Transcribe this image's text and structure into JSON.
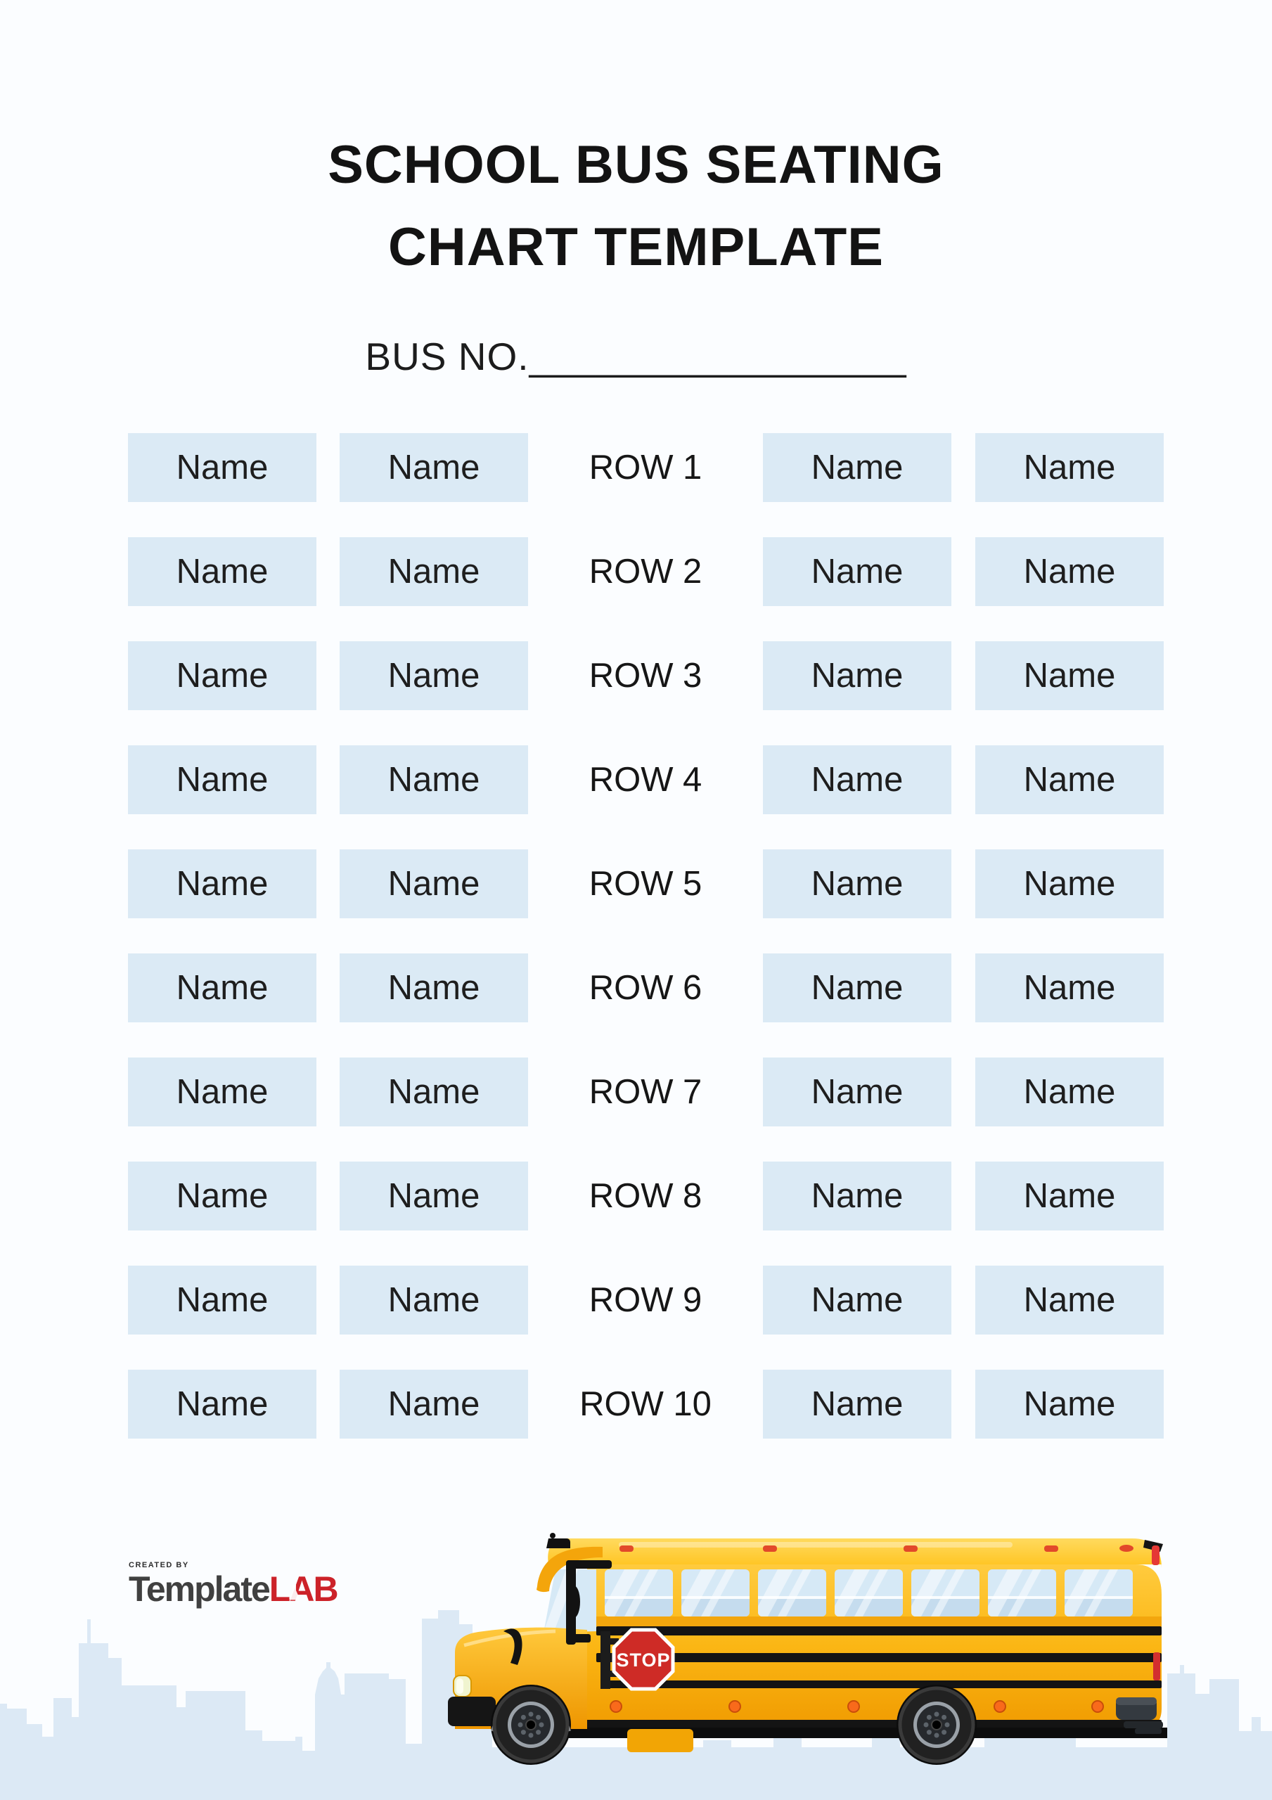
{
  "title": {
    "line1": "SCHOOL BUS SEATING",
    "line2": "CHART TEMPLATE"
  },
  "bus_no": {
    "label": "BUS NO.",
    "blank": "_________________"
  },
  "seating": {
    "rows": [
      {
        "label": "ROW 1",
        "seats": [
          "Name",
          "Name",
          "Name",
          "Name"
        ]
      },
      {
        "label": "ROW 2",
        "seats": [
          "Name",
          "Name",
          "Name",
          "Name"
        ]
      },
      {
        "label": "ROW 3",
        "seats": [
          "Name",
          "Name",
          "Name",
          "Name"
        ]
      },
      {
        "label": "ROW 4",
        "seats": [
          "Name",
          "Name",
          "Name",
          "Name"
        ]
      },
      {
        "label": "ROW 5",
        "seats": [
          "Name",
          "Name",
          "Name",
          "Name"
        ]
      },
      {
        "label": "ROW 6",
        "seats": [
          "Name",
          "Name",
          "Name",
          "Name"
        ]
      },
      {
        "label": "ROW 7",
        "seats": [
          "Name",
          "Name",
          "Name",
          "Name"
        ]
      },
      {
        "label": "ROW 8",
        "seats": [
          "Name",
          "Name",
          "Name",
          "Name"
        ]
      },
      {
        "label": "ROW 9",
        "seats": [
          "Name",
          "Name",
          "Name",
          "Name"
        ]
      },
      {
        "label": "ROW 10",
        "seats": [
          "Name",
          "Name",
          "Name",
          "Name"
        ]
      }
    ]
  },
  "footer": {
    "credit": "CREATED BY",
    "brand_gray": "Template",
    "brand_red": "LAB",
    "stop_sign_label": "STOP"
  },
  "colors": {
    "seat_box": "#dbeaf5",
    "page_background": "#fbfdff",
    "skyline": "#dce9f5",
    "bus_yellow": "#fbb614",
    "bus_orange": "#f09b01",
    "stop_red": "#ce2b26",
    "brand_red": "#cc2229",
    "brand_gray": "#404040"
  }
}
